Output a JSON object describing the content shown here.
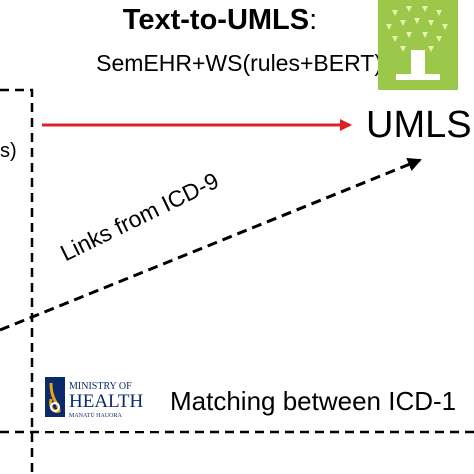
{
  "title": {
    "bold": "Text-to-UMLS",
    "suffix": ":"
  },
  "subtitle": "SemEHR+WS(rules+BERT)",
  "umls_label": "UMLS",
  "fragment": "s)",
  "icd9_link_label": "Links from ICD-9",
  "moh_logo": {
    "line1": "MINISTRY OF",
    "line2": "HEALTH",
    "line3": "MANATŪ HAUORA"
  },
  "matching_label": "Matching between ICD-1",
  "colors": {
    "arrow_red": "#e02020",
    "umls_logo_bg": "#9bc84a",
    "moh_blue": "#0a2a6b",
    "moh_accent": "#e8a317"
  },
  "icons": {
    "umls_logo": "tree-logo-icon",
    "moh_logo": "ministry-of-health-logo-icon"
  }
}
